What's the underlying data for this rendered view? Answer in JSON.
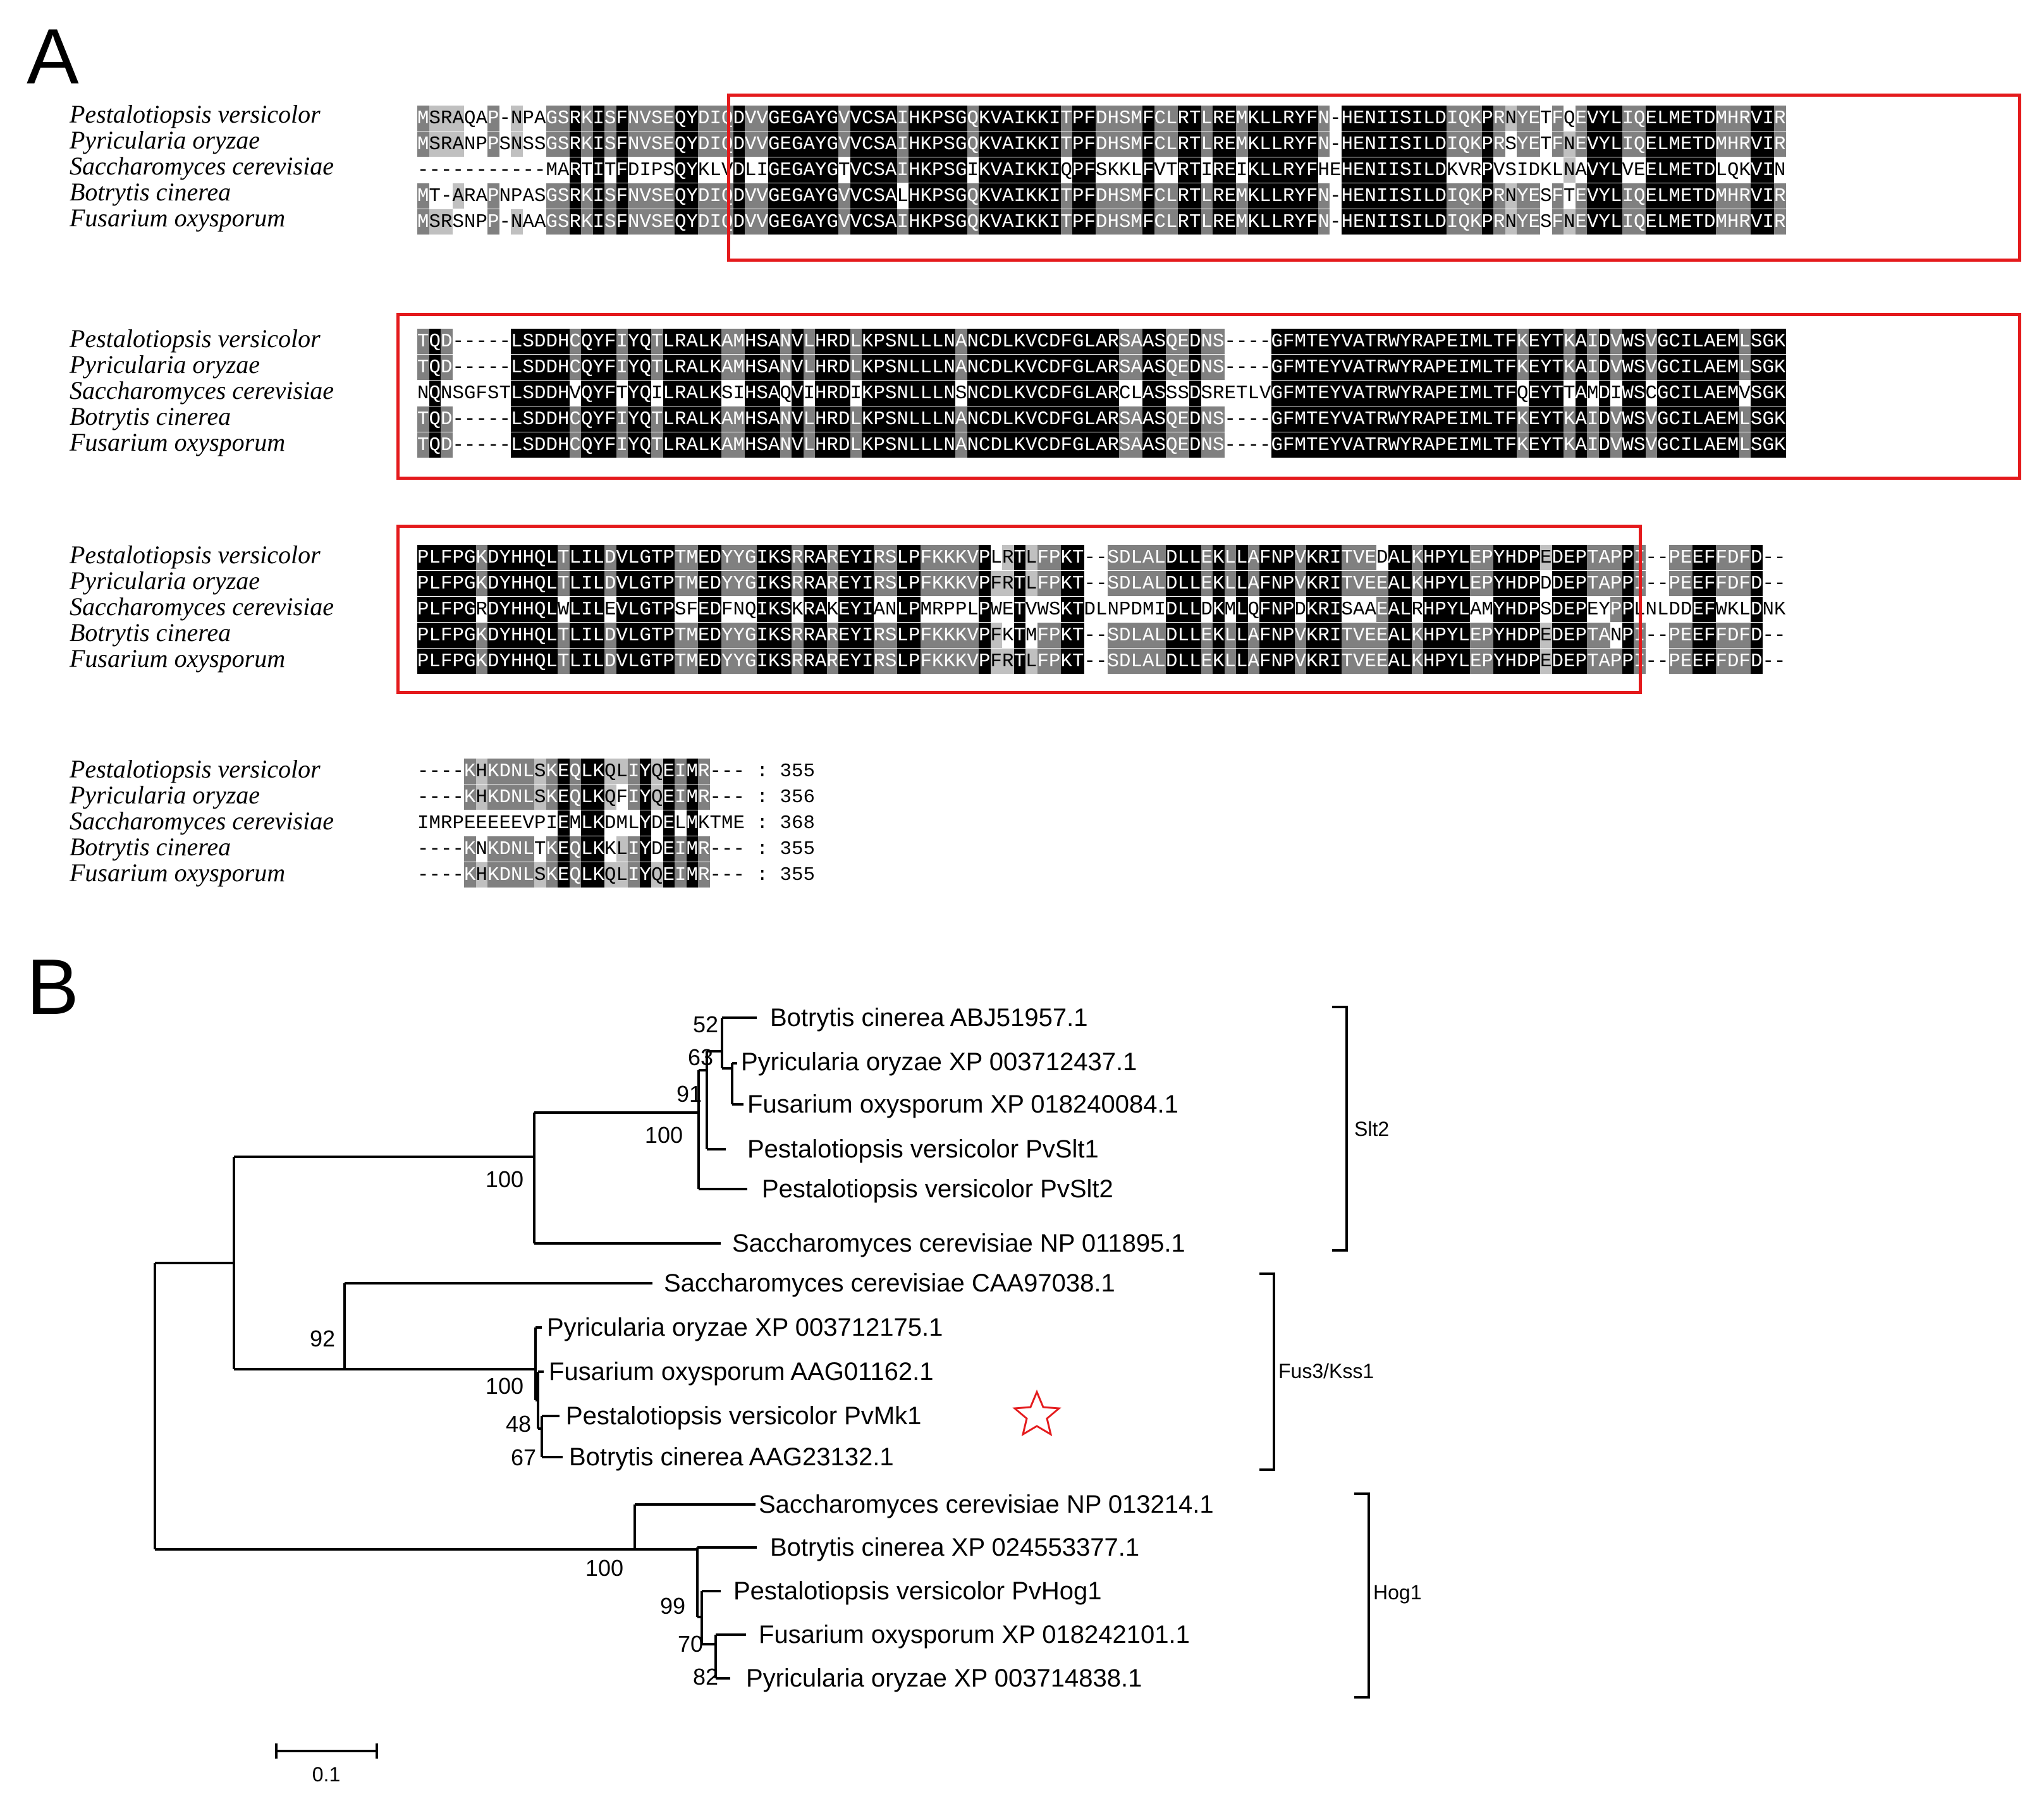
{
  "panels": {
    "a_label": "A",
    "b_label": "B"
  },
  "alignment": {
    "species": [
      "Pestalotiopsis versicolor",
      "Pyricularia oryzae",
      "Saccharomyces cerevisiae",
      "Botrytis cinerea",
      "Fusarium oxysporum"
    ],
    "blocks": [
      {
        "rows": [
          "MSRAQAP-NPAGSRKISFNVSEQYDIQDVVGEGAYGVVCSAIHKPSGQKVAIKKITPFDHSMFCLRTLREMKLLRYFN-HENIISILDIQKPRNYETFQEVYLIQELMETDMHRVIR",
          "MSRANPPSNSSGSRKISFNVSEQYDIQDVVGEGAYGVVCSAIHKPSGQKVAIKKITPFDHSMFCLRTLREMKLLRYFN-HENIISILDIQKPRSYETFNEVYLIQELMETDMHRVIR",
          "-----------MARTITFDIPSQYKLVDLIGEGAYGTVCSAIHKPSGIKVAIKKIQPFSKKLFVTRTIREIKLLRYFHEHENIISILDKVRPVSIDKLNAVYLVEELMETDLQKVIN",
          "MT-ARAPNPASGSRKISFNVSEQYDIQDVVGEGAYGVVCSALHKPSGQKVAIKKITPFDHSMFCLRTLREMKLLRYFN-HENIISILDIQKPRNYESFTEVYLIQELMETDMHRVIR",
          "MSRSNPP-NAAGSRKISFNVSEQYDIQDVVGEGAYGVVCSAIHKPSGQKVAIKKITPFDHSMFCLRTLREMKLLRYFN-HENIISILDIQKPRNYESFNEVYLIQELMETDMHRVIR"
        ],
        "shading": "LLLLLL-GGGGGBBBBBBBBBBBBGBBBBBBBBBBBBBBBGBBBBBBBBBBBBGBBBBBBBGBBBBBBBBBBBBBBBBBBBBBBBGBBBBBBBBBBBBBBBGLGGBBGGLBBBBBBBBBBBBBBBBBBBB"
      },
      {
        "rows": [
          "TQD-----LSDDHCQYFIYQTLRALKAMHSANVLHRDLKPSNLLLNANCDLKVCDFGLARSAASQEDNS----GFMTEYVATRWYRAPEIMLTFKEYTKAIDVWSVGCILAEMLSGK",
          "TQD-----LSDDHCQYFIYQTLRALKAMHSANVLHRDLKPSNLLLNANCDLKVCDFGLARSAASQEDNS----GFMTEYVATRWYRAPEIMLTFKEYTKAIDVWSVGCILAEMLSGK",
          "NQNSGFSTLSDDHVQYFTYQILRALKSIHSAQVIHRDIKPSNLLLNSNCDLKVCDFGLARCLASSSDSRETLVGFMTEYVATRWYRAPEIMLTFQEYTTAMDIWSCGCILAEMVSGK",
          "TQD-----LSDDHCQYFIYQTLRALKAMHSANVLHRDLKPSNLLLNANCDLKVCDFGLARSAASQEDNS----GFMTEYVATRWYRAPEIMLTFKEYTKAIDVWSVGCILAEMLSGK",
          "TQD-----LSDDHCQYFIYQTLRALKAMHSANVLHRDLKPSNLLLNANCDLKVCDFGLARSAASQEDNS----GFMTEYVATRWYRAPEIMLTFKEYTKAIDVWSVGCILAEMLSGK"
        ]
      },
      {
        "rows": [
          "PLFPGKDYHHQLTLILDVLGTPTMEDYYGIKSRRAREYIRSLPFKKKVPLRTLFPKT--SDLALDLLEKLLAFNPVKRITVEDALKHPYLEPYHDPEDEPTAPPI--PEEFFDFD--",
          "PLFPGKDYHHQLTLILDVLGTPTMEDYYGIKSRRAREYIRSLPFKKKVPFRTLFPKT--SDLALDLLEKLLAFNPVKRITVEEALKHPYLEPYHDPDDEPTAPPI--PEEFFDFD--",
          "PLFPGRDYHHQLWLILEVLGTPSFEDFNQIKSKRAKEYIANLPMRPPLPWETVWSKTDLNPDMIDLLDKMLQFNPDKRISAAEALRHPYLAMYHDPSDEPEYPPLNLDDEFWKLDNK",
          "PLFPGKDYHHQLTLILDVLGTPTMEDYYGIKSRRAREYIRSLPFKKKVPFKTMFPKT--SDLALDLLEKLLAFNPVKRITVEEALKHPYLEPYHDPEDEPTANPI--PEEFFDFD--",
          "PLFPGKDYHHQLTLILDVLGTPTMEDYYGIKSRRAREYIRSLPFKKKVPFRTLFPKT--SDLALDLLEKLLAFNPVKRITVEEALKHPYLEPYHDPEDEPTAPPI--PEEFFDFD--"
        ]
      },
      {
        "rows": [
          "----KHKDNLSKEQLKQLIYQEIMR--- : 355",
          "----KHKDNLSKEQLKQFIYQEIMR--- : 356",
          "IMRPEEEEEVPIEMLKDMLYDELMKTME : 368",
          "----KNKDNLTKEQLKKLIYDEIMR--- : 355",
          "----KHKDNLSKEQLKQLIYQEIMR--- : 355"
        ]
      }
    ]
  },
  "tree": {
    "scale_label": "0.1",
    "taxa": [
      "Botrytis cinerea ABJ51957.1",
      "Pyricularia oryzae XP 003712437.1",
      "Fusarium oxysporum XP 018240084.1",
      "Pestalotiopsis versicolor PvSlt1",
      "Pestalotiopsis versicolor PvSlt2",
      "Saccharomyces cerevisiae NP 011895.1",
      "Saccharomyces cerevisiae CAA97038.1",
      "Pyricularia oryzae XP 003712175.1",
      "Fusarium oxysporum AAG01162.1",
      "Pestalotiopsis versicolor PvMk1",
      "Botrytis cinerea AAG23132.1",
      "Saccharomyces cerevisiae NP 013214.1",
      "Botrytis cinerea XP 024553377.1",
      "Pestalotiopsis versicolor PvHog1",
      "Fusarium oxysporum XP 018242101.1",
      "Pyricularia oryzae XP 003714838.1"
    ],
    "bootstraps": [
      "52",
      "63",
      "91",
      "100",
      "100",
      "92",
      "100",
      "48",
      "67",
      "100",
      "99",
      "70",
      "82"
    ],
    "groups": [
      "Slt2",
      "Fus3/Kss1",
      "Hog1"
    ],
    "highlight_color": "#e41a1c"
  }
}
